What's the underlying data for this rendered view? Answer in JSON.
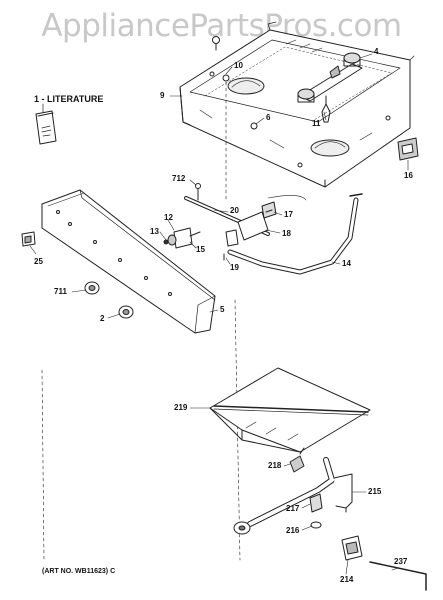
{
  "watermark": "AppliancePartsPros.com",
  "art_number": "(ART NO. WB11623) C",
  "literature": {
    "number": "1",
    "label": "LITERATURE"
  },
  "callouts": {
    "c4": "4",
    "c9": "9",
    "c10": "10",
    "c6": "6",
    "c11": "11",
    "c16": "16",
    "c712": "712",
    "c20": "20",
    "c17": "17",
    "c18": "18",
    "c12": "12",
    "c13": "13",
    "c15": "15",
    "c19": "19",
    "c14": "14",
    "c25": "25",
    "c711": "711",
    "c2": "2",
    "c5": "5",
    "c219": "219",
    "c218": "218",
    "c215": "215",
    "c217": "217",
    "c216": "216",
    "c214": "214",
    "c237": "237"
  }
}
